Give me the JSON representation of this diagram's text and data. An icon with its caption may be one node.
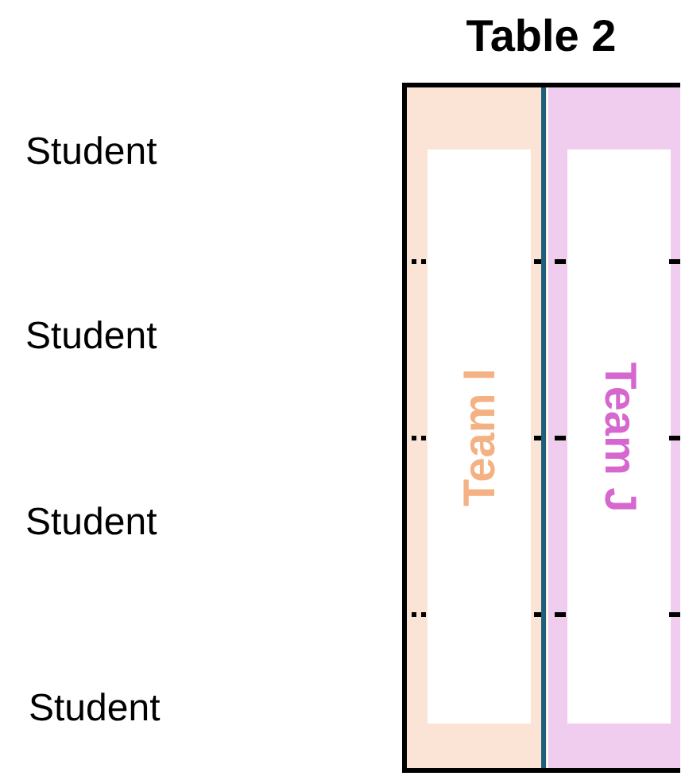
{
  "diagram": {
    "nodes": [
      {
        "text": [
          "Table 2"
        ]
      },
      {
        "text": [
          "Team I"
        ],
        "in": 0
      },
      {
        "text": [
          "Team J"
        ],
        "in": 0
      }
    ],
    "labels": [
      "Student",
      "Student",
      "Student",
      "Student"
    ]
  }
}
